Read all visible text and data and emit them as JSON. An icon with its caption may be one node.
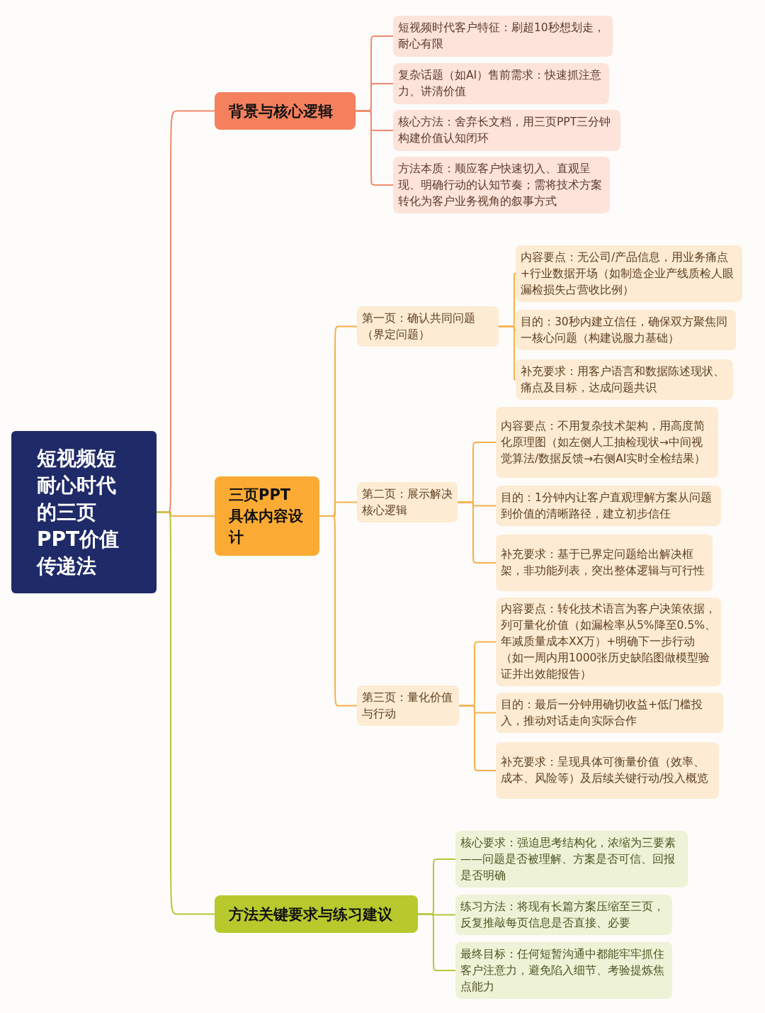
{
  "diagram": {
    "nodes": [
      {
        "text": [
          "短视频短耐心时代的三页PPT价值传递法"
        ]
      },
      {
        "text": [
          "背景与核心逻辑"
        ]
      },
      {
        "text": [
          "短视频时代客户特征：刷超10秒想划走，耐心有限"
        ]
      },
      {
        "text": [
          "复杂话题（如AI）售前需求：快速抓注意力、讲清价值"
        ]
      },
      {
        "text": [
          "核心方法：舍弃长文档，用三页PPT三分钟构建价值认知闭环"
        ]
      },
      {
        "text": [
          "方法本质：顺应客户快速切入、直观呈现、明确行动的认知节奏；需将技术方案转化为客户业务视角的叙事方式"
        ]
      },
      {
        "text": [
          "三页PPT具体内容设计"
        ]
      },
      {
        "text": [
          "第一页：确认共同问题（界定问题）"
        ]
      },
      {
        "text": [
          "内容要点：无公司/产品信息，用业务痛点+行业数据开场（如制造企业产线质检人眼漏检损失占营收比例）"
        ]
      },
      {
        "text": [
          "目的：30秒内建立信任，确保双方聚焦同一核心问题（构建说服力基础）"
        ]
      },
      {
        "text": [
          "补充要求：用客户语言和数据陈述现状、痛点及目标，达成问题共识"
        ]
      },
      {
        "text": [
          "第二页：展示解决核心逻辑"
        ]
      },
      {
        "text": [
          "内容要点：不用复杂技术架构，用高度简化原理图（如左侧人工抽检现状→中间视觉算法/数据反馈→右侧AI实时全检结果）"
        ]
      },
      {
        "text": [
          "目的：1分钟内让客户直观理解方案从问题到价值的清晰路径，建立初步信任"
        ]
      },
      {
        "text": [
          "补充要求：基于已界定问题给出解决框架，非功能列表，突出整体逻辑与可行性"
        ]
      },
      {
        "text": [
          "第三页：量化价值与行动"
        ]
      },
      {
        "text": [
          "内容要点：转化技术语言为客户决策依据，列可量化价值（如漏检率从5%降至0.5%、年减质量成本XX万）+明确下一步行动（如一周内用1000张历史缺陷图做模型验证并出效能报告）"
        ]
      },
      {
        "text": [
          "目的：最后一分钟用确切收益+低门槛投入，推动对话走向实际合作"
        ]
      },
      {
        "text": [
          "补充要求：呈现具体可衡量价值（效率、成本、风险等）及后续关键行动/投入概览"
        ]
      },
      {
        "text": [
          "方法关键要求与练习建议"
        ]
      },
      {
        "text": [
          "核心要求：强迫思考结构化，浓缩为三要素——问题是否被理解、方案是否可信、回报是否明确"
        ]
      },
      {
        "text": [
          "练习方法：将现有长篇方案压缩至三页，反复推敲每页信息是否直接、必要"
        ]
      },
      {
        "text": [
          "最终目标：任何短暂沟通中都能牢牢抓住客户注意力，避免陷入细节、考验提炼焦点能力"
        ]
      }
    ],
    "edges": [
      {
        "from": 0,
        "to": 1,
        "arrow": "none",
        "color": "#f08a6b"
      },
      {
        "from": 0,
        "to": 6,
        "arrow": "none"
      },
      {
        "from": 0,
        "to": 19,
        "arrow": "none",
        "color": "#b8c63a"
      },
      {
        "from": 1,
        "to": 2,
        "arrow": "none",
        "color": "#f08a6b"
      },
      {
        "from": 1,
        "to": 3,
        "arrow": "none",
        "color": "#f08a6b"
      },
      {
        "from": 1,
        "to": 4,
        "arrow": "none",
        "color": "#f08a6b"
      },
      {
        "from": 1,
        "to": 5,
        "arrow": "none",
        "color": "#f08a6b"
      },
      {
        "from": 6,
        "to": 7,
        "arrow": "none"
      },
      {
        "from": 6,
        "to": 11,
        "arrow": "none"
      },
      {
        "from": 6,
        "to": 15,
        "arrow": "none"
      },
      {
        "from": 7,
        "to": 8,
        "arrow": "none"
      },
      {
        "from": 7,
        "to": 9,
        "arrow": "none"
      },
      {
        "from": 7,
        "to": 10,
        "arrow": "none"
      },
      {
        "from": 11,
        "to": 12,
        "arrow": "none"
      },
      {
        "from": 11,
        "to": 13,
        "arrow": "none"
      },
      {
        "from": 11,
        "to": 14,
        "arrow": "none"
      },
      {
        "from": 15,
        "to": 16,
        "arrow": "none"
      },
      {
        "from": 15,
        "to": 17,
        "arrow": "none"
      },
      {
        "from": 15,
        "to": 18,
        "arrow": "none"
      },
      {
        "from": 19,
        "to": 20,
        "arrow": "none",
        "color": "#b8c63a"
      },
      {
        "from": 19,
        "to": 21,
        "arrow": "none",
        "color": "#b8c63a"
      },
      {
        "from": 19,
        "to": 22,
        "arrow": "none",
        "color": "#b8c63a"
      }
    ]
  }
}
